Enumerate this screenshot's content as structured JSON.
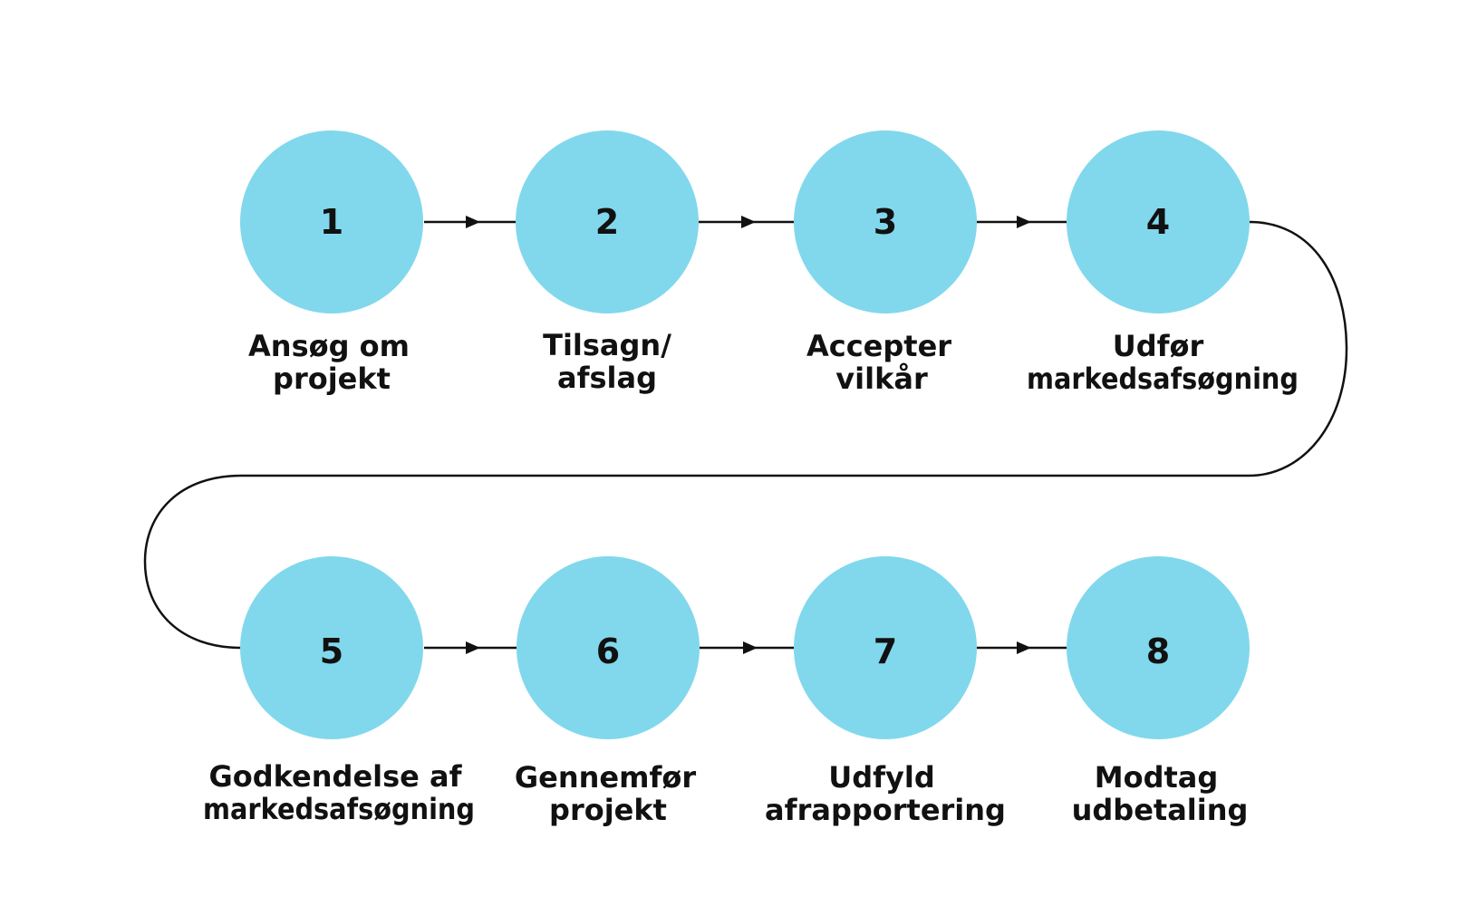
{
  "colors": {
    "circle_fill": "#81d8ec",
    "line": "#111111",
    "text": "#111111",
    "background": "#ffffff"
  },
  "steps": [
    {
      "number": "1",
      "label_lines": [
        "Ansøg om",
        "projekt"
      ]
    },
    {
      "number": "2",
      "label_lines": [
        "Tilsagn/",
        "afslag"
      ]
    },
    {
      "number": "3",
      "label_lines": [
        "Accepter",
        "vilkår"
      ]
    },
    {
      "number": "4",
      "label_lines": [
        "Udfør",
        "markedsafsøgning"
      ]
    },
    {
      "number": "5",
      "label_lines": [
        "Godkendelse af",
        "markedsafsøgning"
      ]
    },
    {
      "number": "6",
      "label_lines": [
        "Gennemfør",
        "projekt"
      ]
    },
    {
      "number": "7",
      "label_lines": [
        "Udfyld",
        "afrapportering"
      ]
    },
    {
      "number": "8",
      "label_lines": [
        "Modtag",
        "udbetaling"
      ]
    }
  ]
}
